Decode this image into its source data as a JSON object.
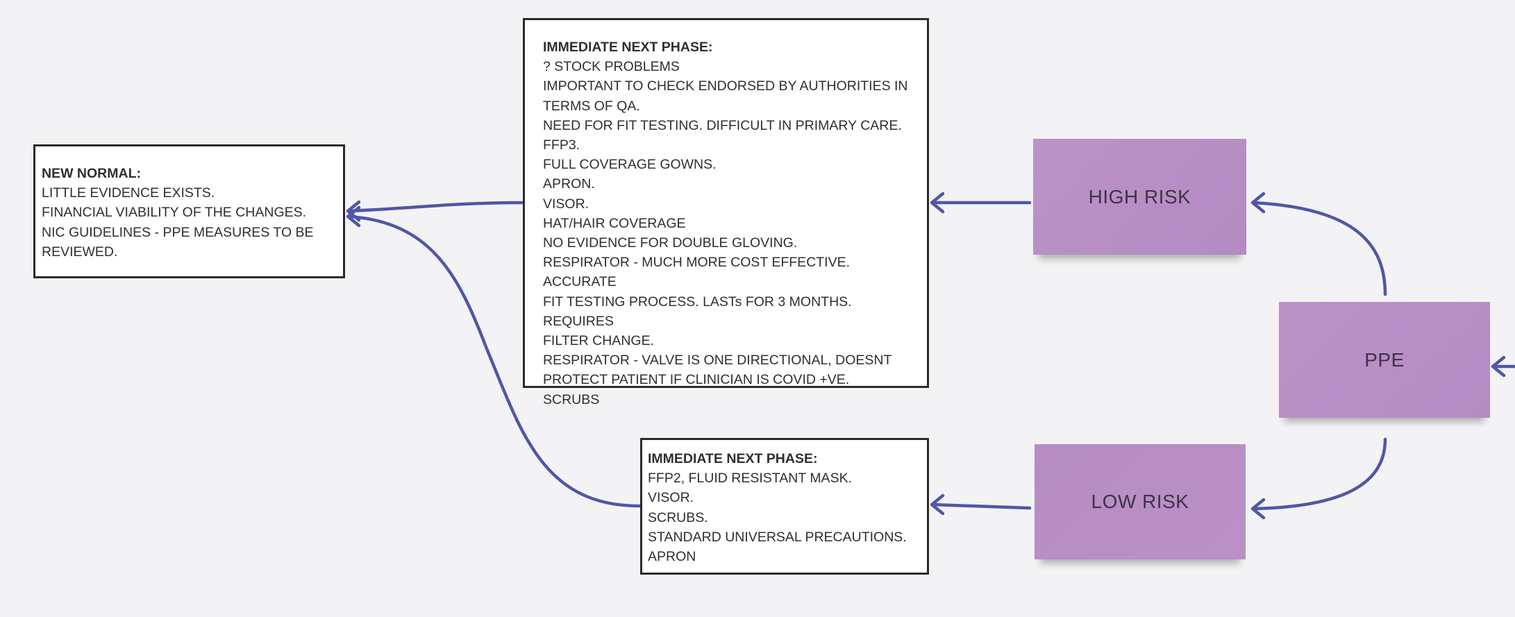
{
  "board": {
    "background": "#f3f3f5",
    "connector_color": "#5156a6",
    "sticky_color": "#b98dc4"
  },
  "stickies": {
    "ppe": "PPE",
    "high_risk": "HIGH RISK",
    "low_risk": "LOW RISK"
  },
  "new_normal": {
    "heading": "NEW NORMAL:",
    "lines": [
      "LITTLE EVIDENCE EXISTS.",
      "FINANCIAL VIABILITY OF THE CHANGES.",
      "NIC GUIDELINES - PPE MEASURES TO BE",
      "REVIEWED."
    ]
  },
  "high_risk_phase": {
    "heading": "IMMEDIATE NEXT PHASE:",
    "lines": [
      "? STOCK PROBLEMS",
      "IMPORTANT TO CHECK ENDORSED BY AUTHORITIES IN",
      "TERMS OF QA.",
      "NEED FOR FIT TESTING. DIFFICULT IN PRIMARY CARE.",
      "FFP3.",
      "FULL COVERAGE GOWNS.",
      "APRON.",
      "VISOR.",
      "HAT/HAIR COVERAGE",
      "NO EVIDENCE FOR DOUBLE GLOVING.",
      "RESPIRATOR - MUCH MORE COST EFFECTIVE. ACCURATE",
      "FIT TESTING PROCESS. LASTs FOR 3 MONTHS. REQUIRES",
      "FILTER CHANGE.",
      "RESPIRATOR - VALVE IS ONE DIRECTIONAL, DOESNT",
      "PROTECT PATIENT IF CLINICIAN IS COVID +VE.",
      "SCRUBS"
    ]
  },
  "low_risk_phase": {
    "heading": "IMMEDIATE NEXT PHASE:",
    "lines": [
      "FFP2, FLUID RESISTANT MASK.",
      "VISOR.",
      "SCRUBS.",
      "STANDARD UNIVERSAL PRECAUTIONS.",
      "APRON"
    ]
  }
}
